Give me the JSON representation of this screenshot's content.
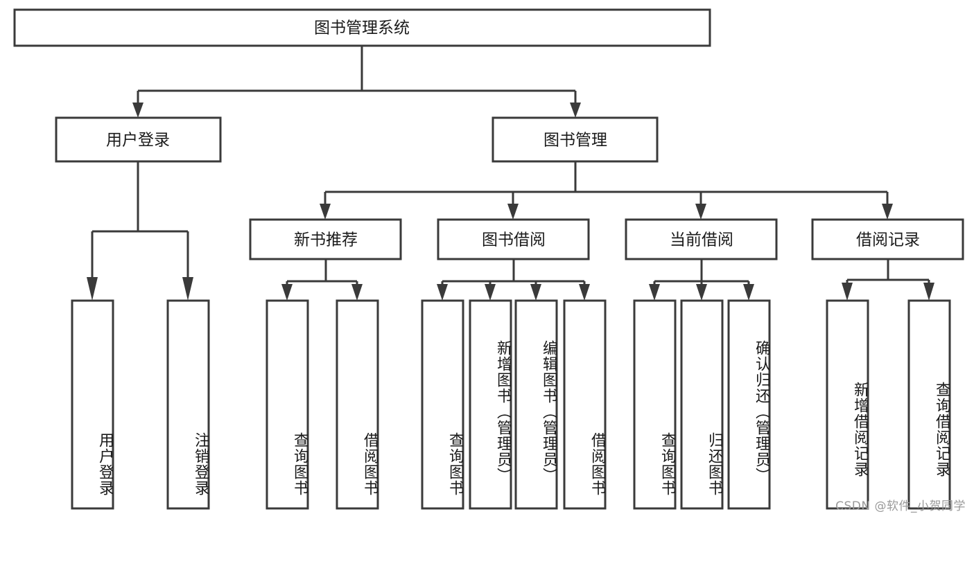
{
  "diagram": {
    "type": "tree-hierarchy-flowchart",
    "title_node": {
      "label": "图书管理系统"
    },
    "colors": {
      "box_stroke": "#3a3a3a",
      "box_fill": "#ffffff",
      "connector": "#3a3a3a",
      "text": "#1a1a1a",
      "background": "#ffffff",
      "watermark": "#9a9a9a"
    },
    "level2": [
      {
        "label": "用户登录"
      },
      {
        "label": "图书管理"
      }
    ],
    "level3": [
      {
        "label": "新书推荐"
      },
      {
        "label": "图书借阅"
      },
      {
        "label": "当前借阅"
      },
      {
        "label": "借阅记录"
      }
    ],
    "leaves": {
      "user_login": [
        {
          "label": "用户登录"
        },
        {
          "label": "注销登录"
        }
      ],
      "new_book_recommend": [
        {
          "label": "查询图书"
        },
        {
          "label": "借阅图书"
        }
      ],
      "book_borrow": [
        {
          "label": "查询图书"
        },
        {
          "label": "新增图书（管理员）"
        },
        {
          "label": "编辑图书（管理员）"
        },
        {
          "label": "借阅图书"
        }
      ],
      "current_borrow": [
        {
          "label": "查询图书"
        },
        {
          "label": "归还图书"
        },
        {
          "label": "确认归还（管理员）"
        }
      ],
      "borrow_record": [
        {
          "label": "新增借阅记录"
        },
        {
          "label": "查询借阅记录"
        }
      ]
    }
  },
  "watermark": {
    "text": "CSDN @软件_小贺同学"
  }
}
